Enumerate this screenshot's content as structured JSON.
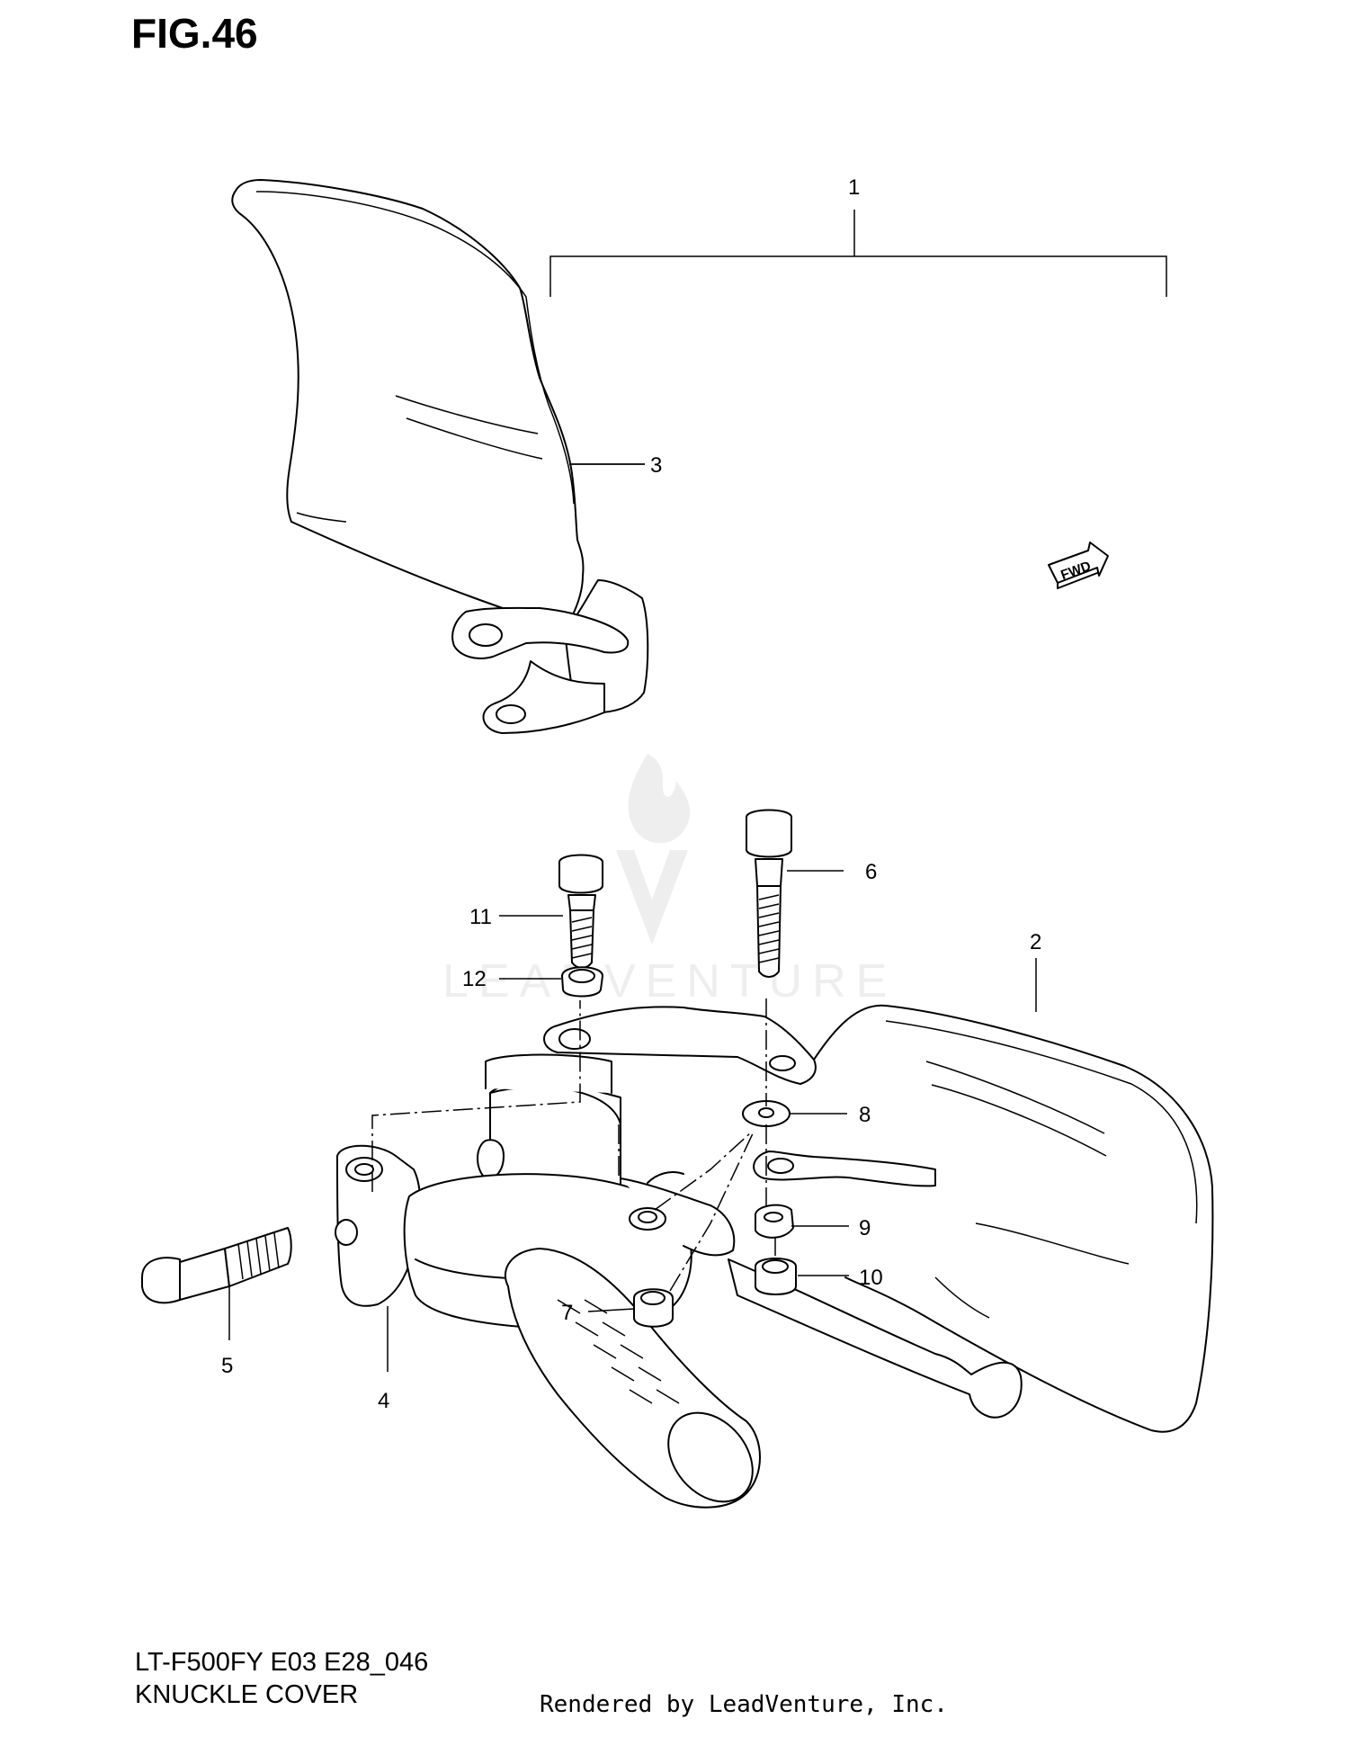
{
  "figure": {
    "title": "FIG.46"
  },
  "footer": {
    "model": "LT-F500FY E03 E28_046",
    "section": "KNUCKLE COVER",
    "credit": "Rendered by LeadVenture, Inc."
  },
  "watermark": {
    "text": "LEADVENTURE"
  },
  "direction_badge": {
    "text": "FWD"
  },
  "callouts": [
    {
      "id": "1",
      "label": "1"
    },
    {
      "id": "2",
      "label": "2"
    },
    {
      "id": "3",
      "label": "3"
    },
    {
      "id": "4",
      "label": "4"
    },
    {
      "id": "5",
      "label": "5"
    },
    {
      "id": "6",
      "label": "6"
    },
    {
      "id": "7",
      "label": "7"
    },
    {
      "id": "8",
      "label": "8"
    },
    {
      "id": "9",
      "label": "9"
    },
    {
      "id": "10",
      "label": "10"
    },
    {
      "id": "11",
      "label": "11"
    },
    {
      "id": "12",
      "label": "12"
    }
  ]
}
